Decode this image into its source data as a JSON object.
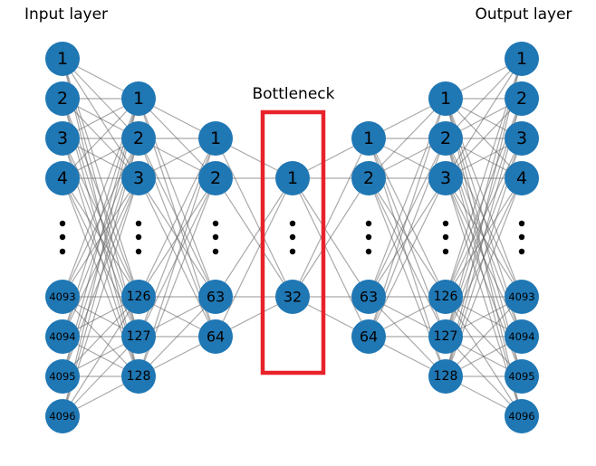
{
  "labels": {
    "input": "Input layer",
    "output": "Output layer",
    "bottleneck": "Bottleneck"
  },
  "colors": {
    "node": "#1f77b4",
    "bottleneck_box": "#e8222a",
    "edge": "#555555"
  },
  "layers": [
    {
      "name": "input",
      "top": [
        "1",
        "2",
        "3",
        "4"
      ],
      "bottom": [
        "4093",
        "4094",
        "4095",
        "4096"
      ]
    },
    {
      "name": "enc1",
      "top": [
        "1",
        "2",
        "3"
      ],
      "bottom": [
        "126",
        "127",
        "128"
      ]
    },
    {
      "name": "enc2",
      "top": [
        "1",
        "2"
      ],
      "bottom": [
        "63",
        "64"
      ]
    },
    {
      "name": "bottleneck",
      "top": [
        "1"
      ],
      "bottom": [
        "32"
      ]
    },
    {
      "name": "dec1",
      "top": [
        "1",
        "2"
      ],
      "bottom": [
        "63",
        "64"
      ]
    },
    {
      "name": "dec2",
      "top": [
        "1",
        "2",
        "3"
      ],
      "bottom": [
        "126",
        "127",
        "128"
      ]
    },
    {
      "name": "output",
      "top": [
        "1",
        "2",
        "3",
        "4"
      ],
      "bottom": [
        "4093",
        "4094",
        "4095",
        "4096"
      ]
    }
  ]
}
